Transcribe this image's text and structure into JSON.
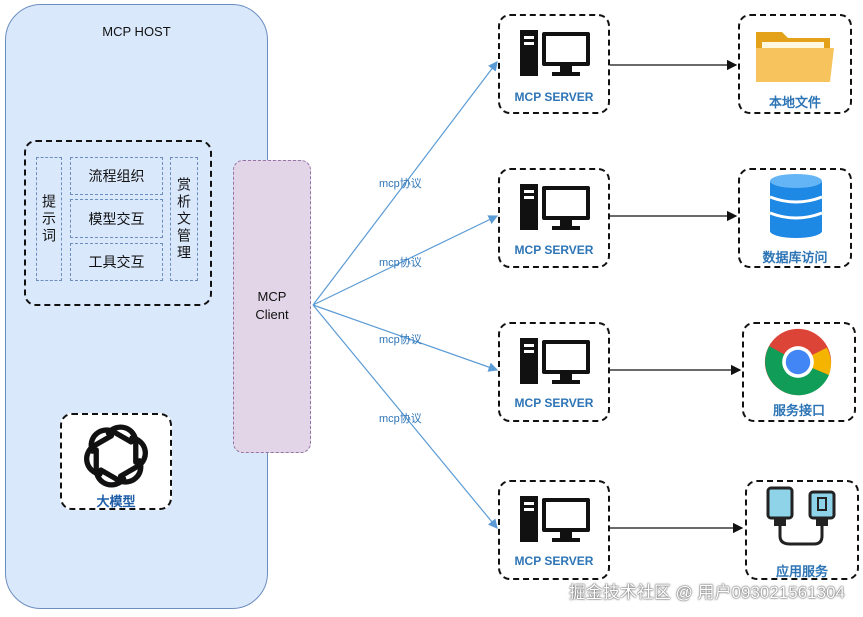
{
  "host": {
    "title": "MCP HOST",
    "prompt": "提示词",
    "flow": "流程组织",
    "model_interact": "模型交互",
    "tool_interact": "工具交互",
    "appreciate": "赏析文管理",
    "llm_label": "大模型",
    "llm_icon": "openai-logo-icon"
  },
  "client": {
    "label": "MCP\nClient"
  },
  "protocol_label": "mcp协议",
  "servers": [
    {
      "label": "MCP SERVER",
      "resource": "本地文件",
      "resource_icon": "folder-icon"
    },
    {
      "label": "MCP SERVER",
      "resource": "数据库访问",
      "resource_icon": "database-icon"
    },
    {
      "label": "MCP SERVER",
      "resource": "服务接口",
      "resource_icon": "chrome-icon"
    },
    {
      "label": "MCP SERVER",
      "resource": "应用服务",
      "resource_icon": "plug-icon"
    }
  ],
  "colors": {
    "host_bg": "#dae8fc",
    "client_bg": "#e1d5e7",
    "arrow": "#5b9bd5",
    "label": "#2e75b6"
  },
  "watermark": "掘金技术社区 @ 用户093021561304"
}
